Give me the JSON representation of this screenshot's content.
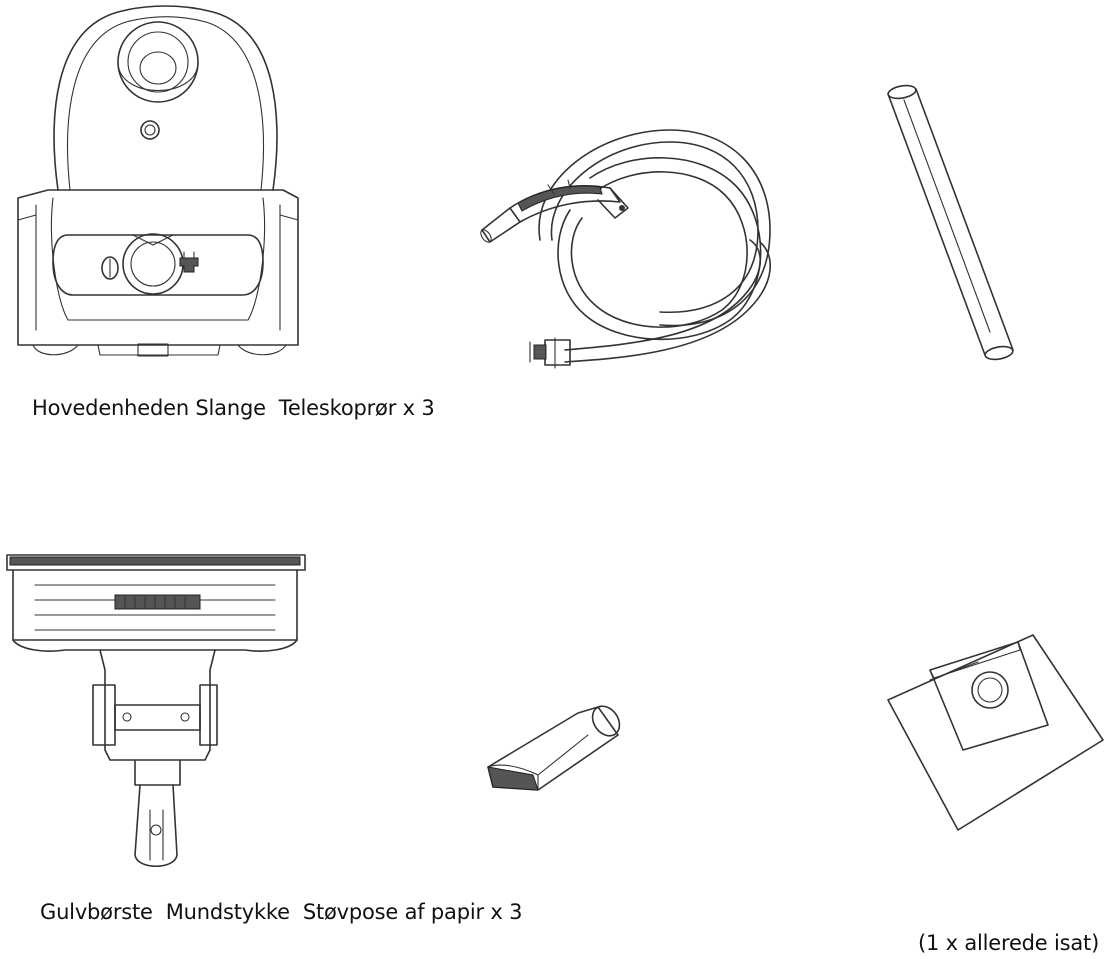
{
  "captions": {
    "row1": "Hovedenheden Slange  Teleskoprør x 3",
    "row2": "Gulvbørste  Mundstykke  Støvpose af papir x 3",
    "note": "(1 x allerede isat)"
  }
}
